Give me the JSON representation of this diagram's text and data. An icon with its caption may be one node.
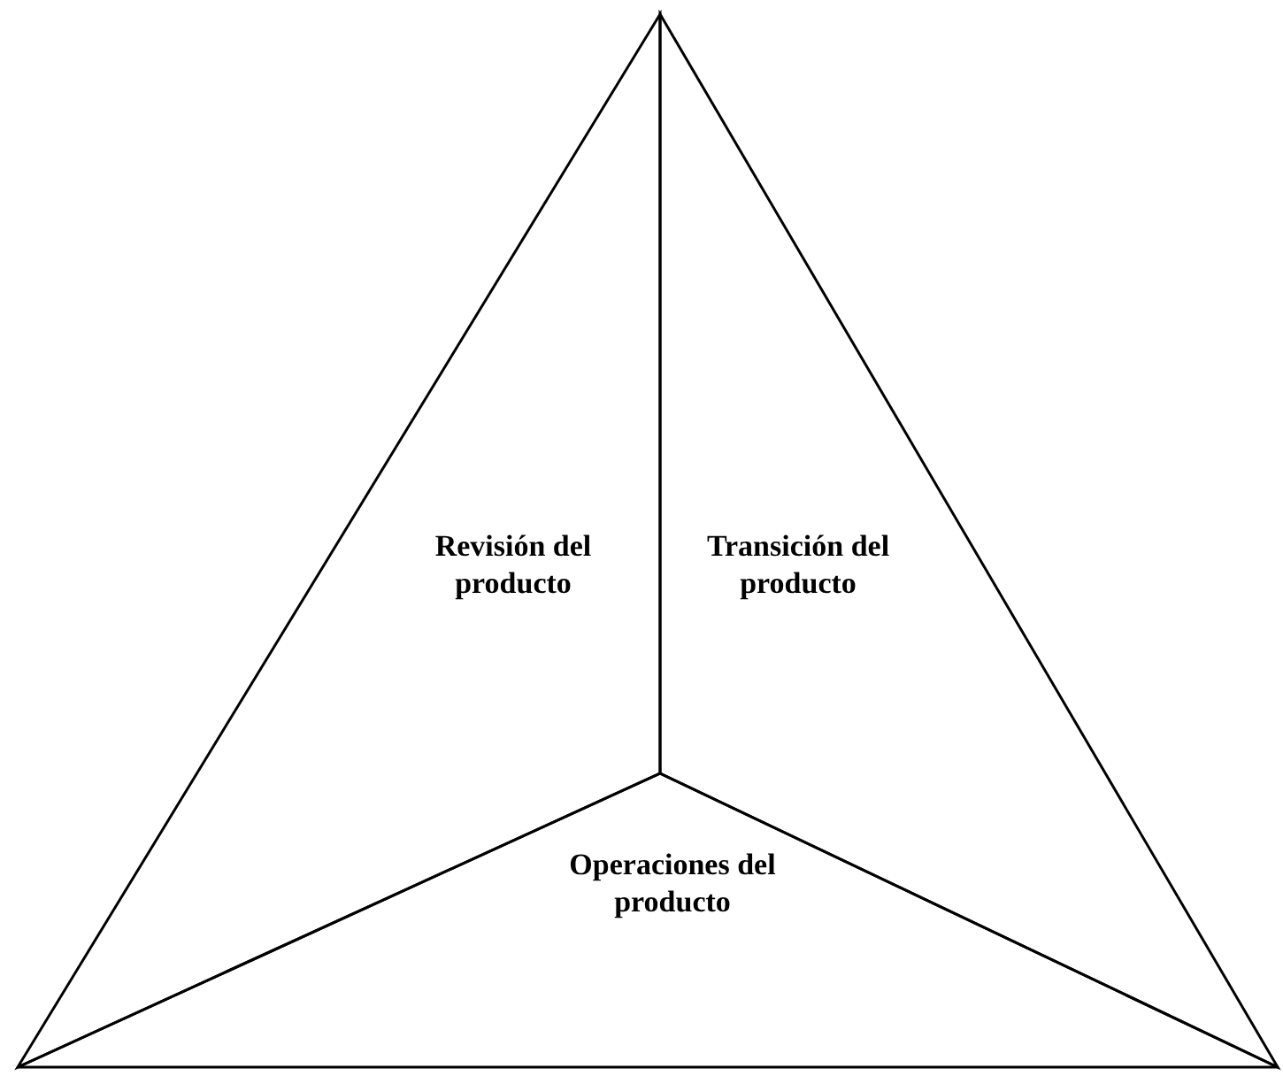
{
  "diagram": {
    "nodes": [
      {
        "text": [
          "Revisión del producto"
        ]
      },
      {
        "text": [
          "Transición del producto"
        ]
      },
      {
        "text": [
          "Operaciones del producto"
        ]
      }
    ]
  }
}
